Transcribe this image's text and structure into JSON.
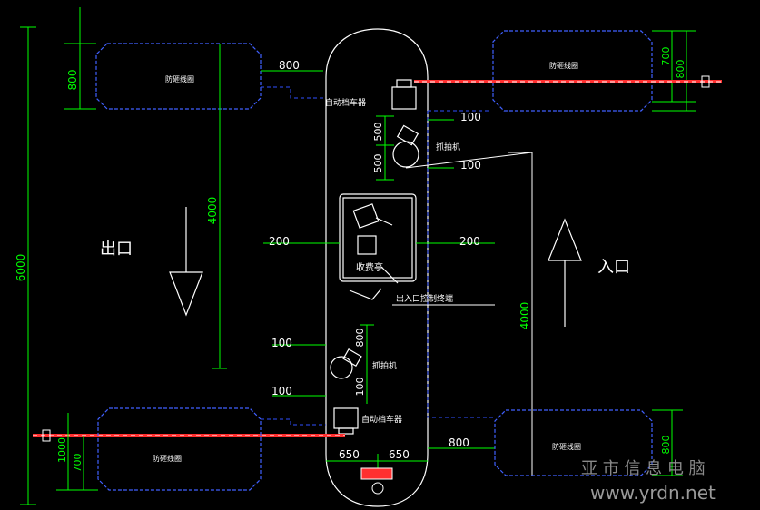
{
  "labels": {
    "exit": "出口",
    "entry": "入口",
    "auto_barrier_top": "自动档车器",
    "auto_barrier_bottom": "自动档车器",
    "camera_top": "抓拍机",
    "camera_bottom": "抓拍机",
    "booth": "收费亭",
    "controller": "出入口控制终端",
    "loop_tl": "防砸线圈",
    "loop_tr": "防砸线圈",
    "loop_bl": "防砸线圈",
    "loop_br": "防砸线圈",
    "watermark_cn": "亚 市 信 息 电 脑",
    "watermark_url": "www.yrdn.net"
  },
  "dimensions": {
    "total_height": "6000",
    "left_loop_h": "800",
    "left_gap_800": "800",
    "left_4000": "4000",
    "right_loop_700": "700",
    "right_loop_800": "800",
    "cam_100_a": "100",
    "cam_500_a": "500",
    "cam_500_b": "500",
    "cam_100_b": "100",
    "booth_200_l": "200",
    "booth_200_r": "200",
    "right_4000": "4000",
    "bcam_100_a": "100",
    "bcam_800": "800",
    "bcam_100_b": "100",
    "bcam_100_c": "100",
    "bl_1000": "1000",
    "bl_700": "700",
    "bottom_650_l": "650",
    "bottom_650_r": "650",
    "br_800_h": "800",
    "br_800_v": "800"
  },
  "colors": {
    "dim": "#00ff00",
    "outline": "#ffffff",
    "loop": "#4060ff",
    "path": "#3050ff",
    "barrier": "#ff3030",
    "watermark": "#9a9a9a"
  }
}
